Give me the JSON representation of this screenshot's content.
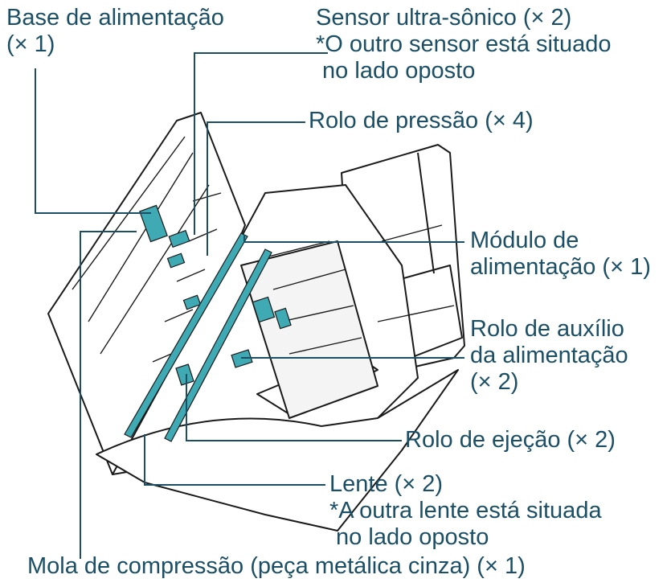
{
  "colors": {
    "text": "#1a4f66",
    "leader": "#1a4f66",
    "highlight": "#3fa9b4",
    "outline": "#1a1a1a"
  },
  "labels": {
    "base_alimentacao": [
      "Base de alimentação",
      "(× 1)"
    ],
    "sensor": [
      "Sensor ultra-sônico (× 2)",
      "*O outro sensor está situado",
      " no lado oposto"
    ],
    "rolo_pressao": [
      "Rolo de pressão (× 4)"
    ],
    "modulo": [
      "Módulo de",
      "alimentação (× 1)"
    ],
    "rolo_auxilio": [
      "Rolo de auxílio",
      "da alimentação",
      "(× 2)"
    ],
    "rolo_ejecao": [
      "Rolo de ejeção (× 2)"
    ],
    "lente": [
      "Lente (× 2)",
      "*A outra lente está situada",
      " no lado oposto"
    ],
    "mola": [
      "Mola de compressão (peça metálica cinza) (× 1)"
    ]
  }
}
